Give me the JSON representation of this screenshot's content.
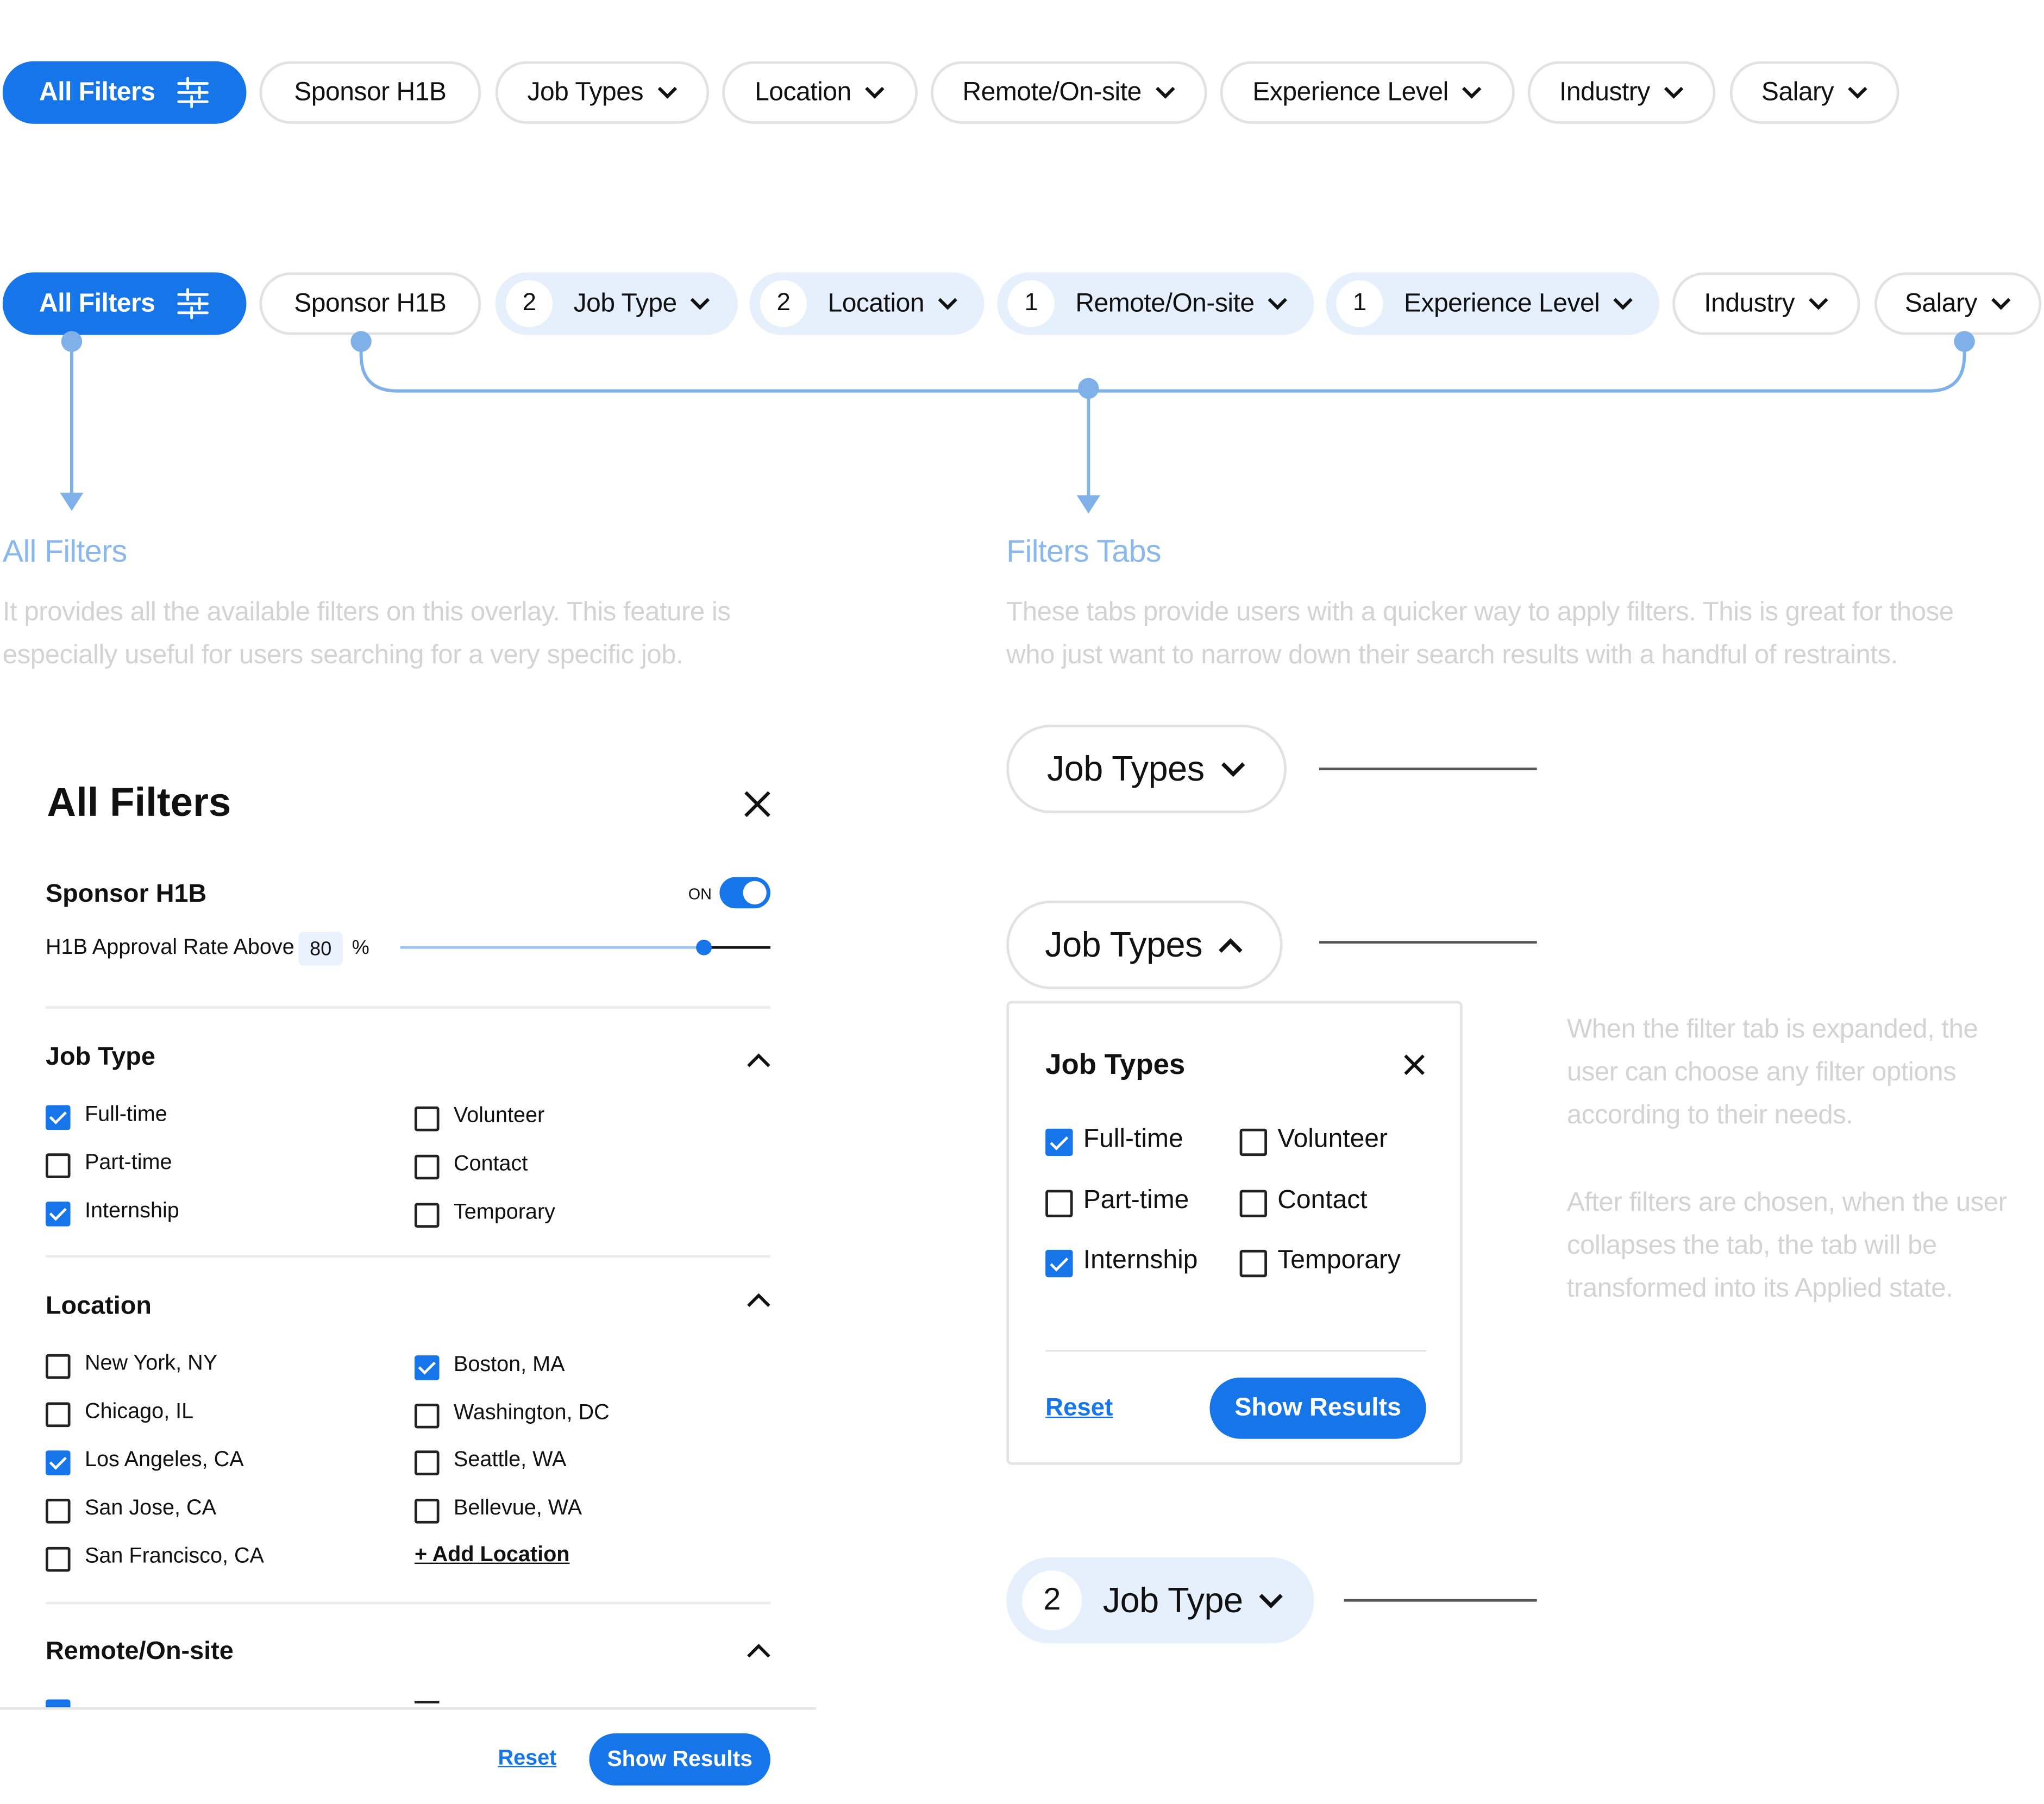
{
  "top_bar": {
    "all_filters": "All Filters",
    "chips": [
      "Sponsor H1B",
      "Job Types",
      "Location",
      "Remote/On-site",
      "Experience Level",
      "Industry",
      "Salary"
    ]
  },
  "applied_bar": {
    "all_filters": "All Filters",
    "sponsor": "Sponsor H1B",
    "job_type": {
      "count": "2",
      "label": "Job Type"
    },
    "location": {
      "count": "2",
      "label": "Location"
    },
    "remote": {
      "count": "1",
      "label": "Remote/On-site"
    },
    "experience": {
      "count": "1",
      "label": "Experience Level"
    },
    "industry": "Industry",
    "salary": "Salary"
  },
  "annotations": {
    "all_filters": {
      "title": "All Filters",
      "line1": "It provides all the available filters on this overlay. This feature is",
      "line2": "especially useful for users searching for a very specific job."
    },
    "filter_tabs": {
      "title": "Filters Tabs",
      "line1": "These tabs provide users with a quicker way to apply filters. This is great for those",
      "line2": "who just want to narrow down their search results with a handful of restraints."
    },
    "expanded": {
      "line1": "When the filter tab is expanded, the",
      "line2": "user can choose any filter options",
      "line3": "according to their needs."
    },
    "collapsed": {
      "line1": "After filters are chosen, when the user",
      "line2": "collapses the tab, the tab will be",
      "line3": "transformed into its Applied state."
    }
  },
  "panel": {
    "title": "All Filters",
    "sponsor": {
      "title": "Sponsor H1B",
      "toggle_label": "ON",
      "toggle_on": true,
      "rate_label": "H1B Approval Rate Above",
      "rate_value": "80",
      "rate_unit": "%",
      "slider_level_pct": 82
    },
    "job_type": {
      "title": "Job Type",
      "left": [
        {
          "label": "Full-time",
          "checked": true
        },
        {
          "label": "Part-time",
          "checked": false
        },
        {
          "label": "Internship",
          "checked": true
        }
      ],
      "right": [
        {
          "label": "Volunteer",
          "checked": false
        },
        {
          "label": "Contact",
          "checked": false
        },
        {
          "label": "Temporary",
          "checked": false
        }
      ]
    },
    "location": {
      "title": "Location",
      "left": [
        {
          "label": "New York, NY",
          "checked": false
        },
        {
          "label": "Chicago, IL",
          "checked": false
        },
        {
          "label": "Los Angeles, CA",
          "checked": true
        },
        {
          "label": "San Jose, CA",
          "checked": false
        },
        {
          "label": "San Francisco, CA",
          "checked": false
        }
      ],
      "right": [
        {
          "label": "Boston, MA",
          "checked": true
        },
        {
          "label": "Washington, DC",
          "checked": false
        },
        {
          "label": "Seattle, WA",
          "checked": false
        },
        {
          "label": "Bellevue, WA",
          "checked": false
        }
      ],
      "add_location": "+ Add Location"
    },
    "remote": {
      "title": "Remote/On-site"
    },
    "reset": "Reset",
    "show_results": "Show Results"
  },
  "tabs_demo": {
    "collapsed_label": "Job Types",
    "expanded_label": "Job Types",
    "applied": {
      "count": "2",
      "label": "Job Type"
    }
  },
  "dropdown": {
    "title": "Job Types",
    "left": [
      {
        "label": "Full-time",
        "checked": true
      },
      {
        "label": "Part-time",
        "checked": false
      },
      {
        "label": "Internship",
        "checked": true
      }
    ],
    "right": [
      {
        "label": "Volunteer",
        "checked": false
      },
      {
        "label": "Contact",
        "checked": false
      },
      {
        "label": "Temporary",
        "checked": false
      }
    ],
    "reset": "Reset",
    "show_results": "Show Results"
  },
  "colors": {
    "accent": "#1675e8",
    "applied_bg": "#e6f0fc",
    "connector": "#7fb0e8",
    "annotation_title": "#8ab7ec",
    "annotation_body": "#d3d3d3"
  }
}
